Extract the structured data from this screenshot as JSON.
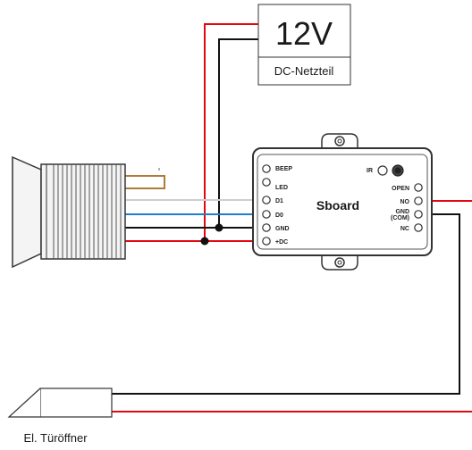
{
  "psu": {
    "voltage": "12V",
    "label": "DC-Netzteil"
  },
  "controller": {
    "brand": "Sboard",
    "ir_label": "IR",
    "left_pins": [
      "BEEP",
      "LED",
      "D1",
      "D0",
      "GND",
      "+DC"
    ],
    "right_pins": [
      "OPEN",
      "NO",
      "GND (COM)",
      "NC"
    ],
    "right_pins_display": {
      "open": "OPEN",
      "no": "NO",
      "gnd_line1": "GND",
      "gnd_line2": "(COM)",
      "nc": "NC"
    }
  },
  "door_opener": {
    "label": "El. Türöffner"
  },
  "colors": {
    "red_wire": "#e30613",
    "black_wire": "#111111",
    "blue_wire": "#1e7fd2",
    "white_wire": "#cfcfcf",
    "tan_wire": "#c48a45"
  }
}
